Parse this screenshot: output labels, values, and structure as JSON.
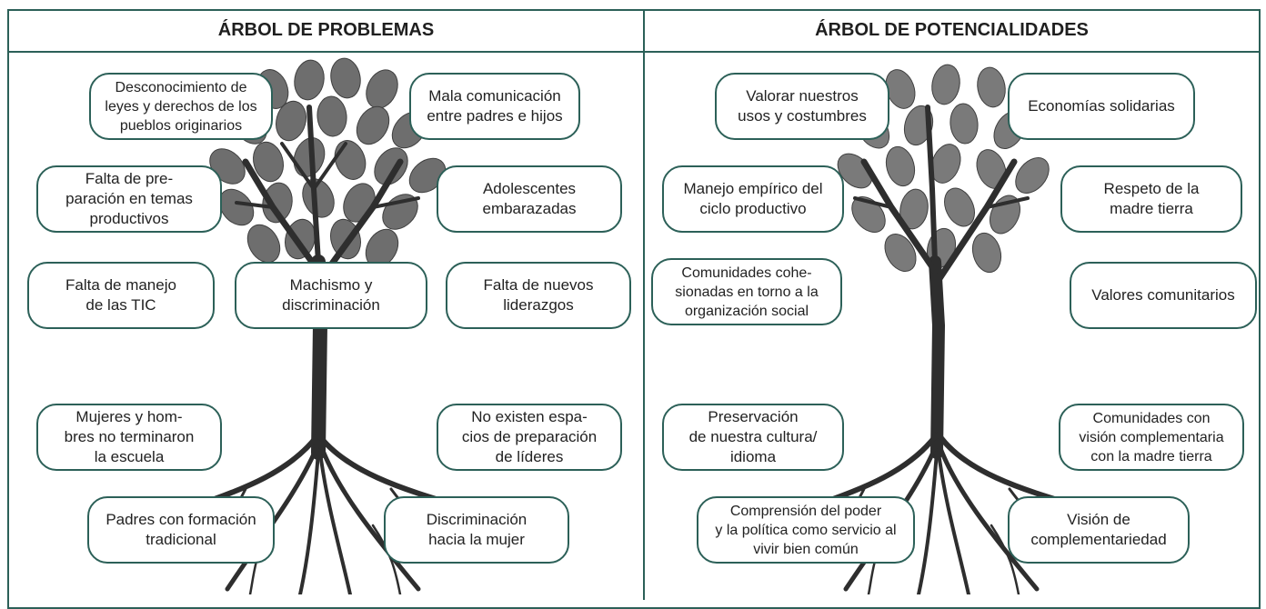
{
  "left_panel": {
    "title": "ÁRBOL DE PROBLEMAS",
    "boxes": [
      "Desconocimiento de\nleyes y derechos de los\npueblos originarios",
      "Mala comunicación\nentre padres e hijos",
      "Falta de pre-\nparación en temas\nproductivos",
      "Adolescentes\nembarazadas",
      "Falta de manejo\nde las TIC",
      "Machismo y\ndiscriminación",
      "Falta de nuevos\nliderazgos",
      "Mujeres y hom-\nbres no terminaron\nla escuela",
      "No existen espa-\ncios de preparación\nde líderes",
      "Padres con formación\ntradicional",
      "Discriminación\nhacia la mujer"
    ]
  },
  "right_panel": {
    "title": "ÁRBOL DE POTENCIALIDADES",
    "boxes": [
      "Valorar nuestros\nusos y costumbres",
      "Economías solidarias",
      "Manejo empírico del\nciclo productivo",
      "Respeto de la\nmadre tierra",
      "Comunidades cohe-\nsionadas en torno a la\norganización social",
      "Valores comunitarios",
      "Preservación\nde nuestra cultura/\nidioma",
      "Comunidades con\nvisión complementaria\ncon la madre tierra",
      "Comprensión del poder\ny la política como servicio al\nvivir bien común",
      "Visión de\ncomplementariedad"
    ]
  }
}
